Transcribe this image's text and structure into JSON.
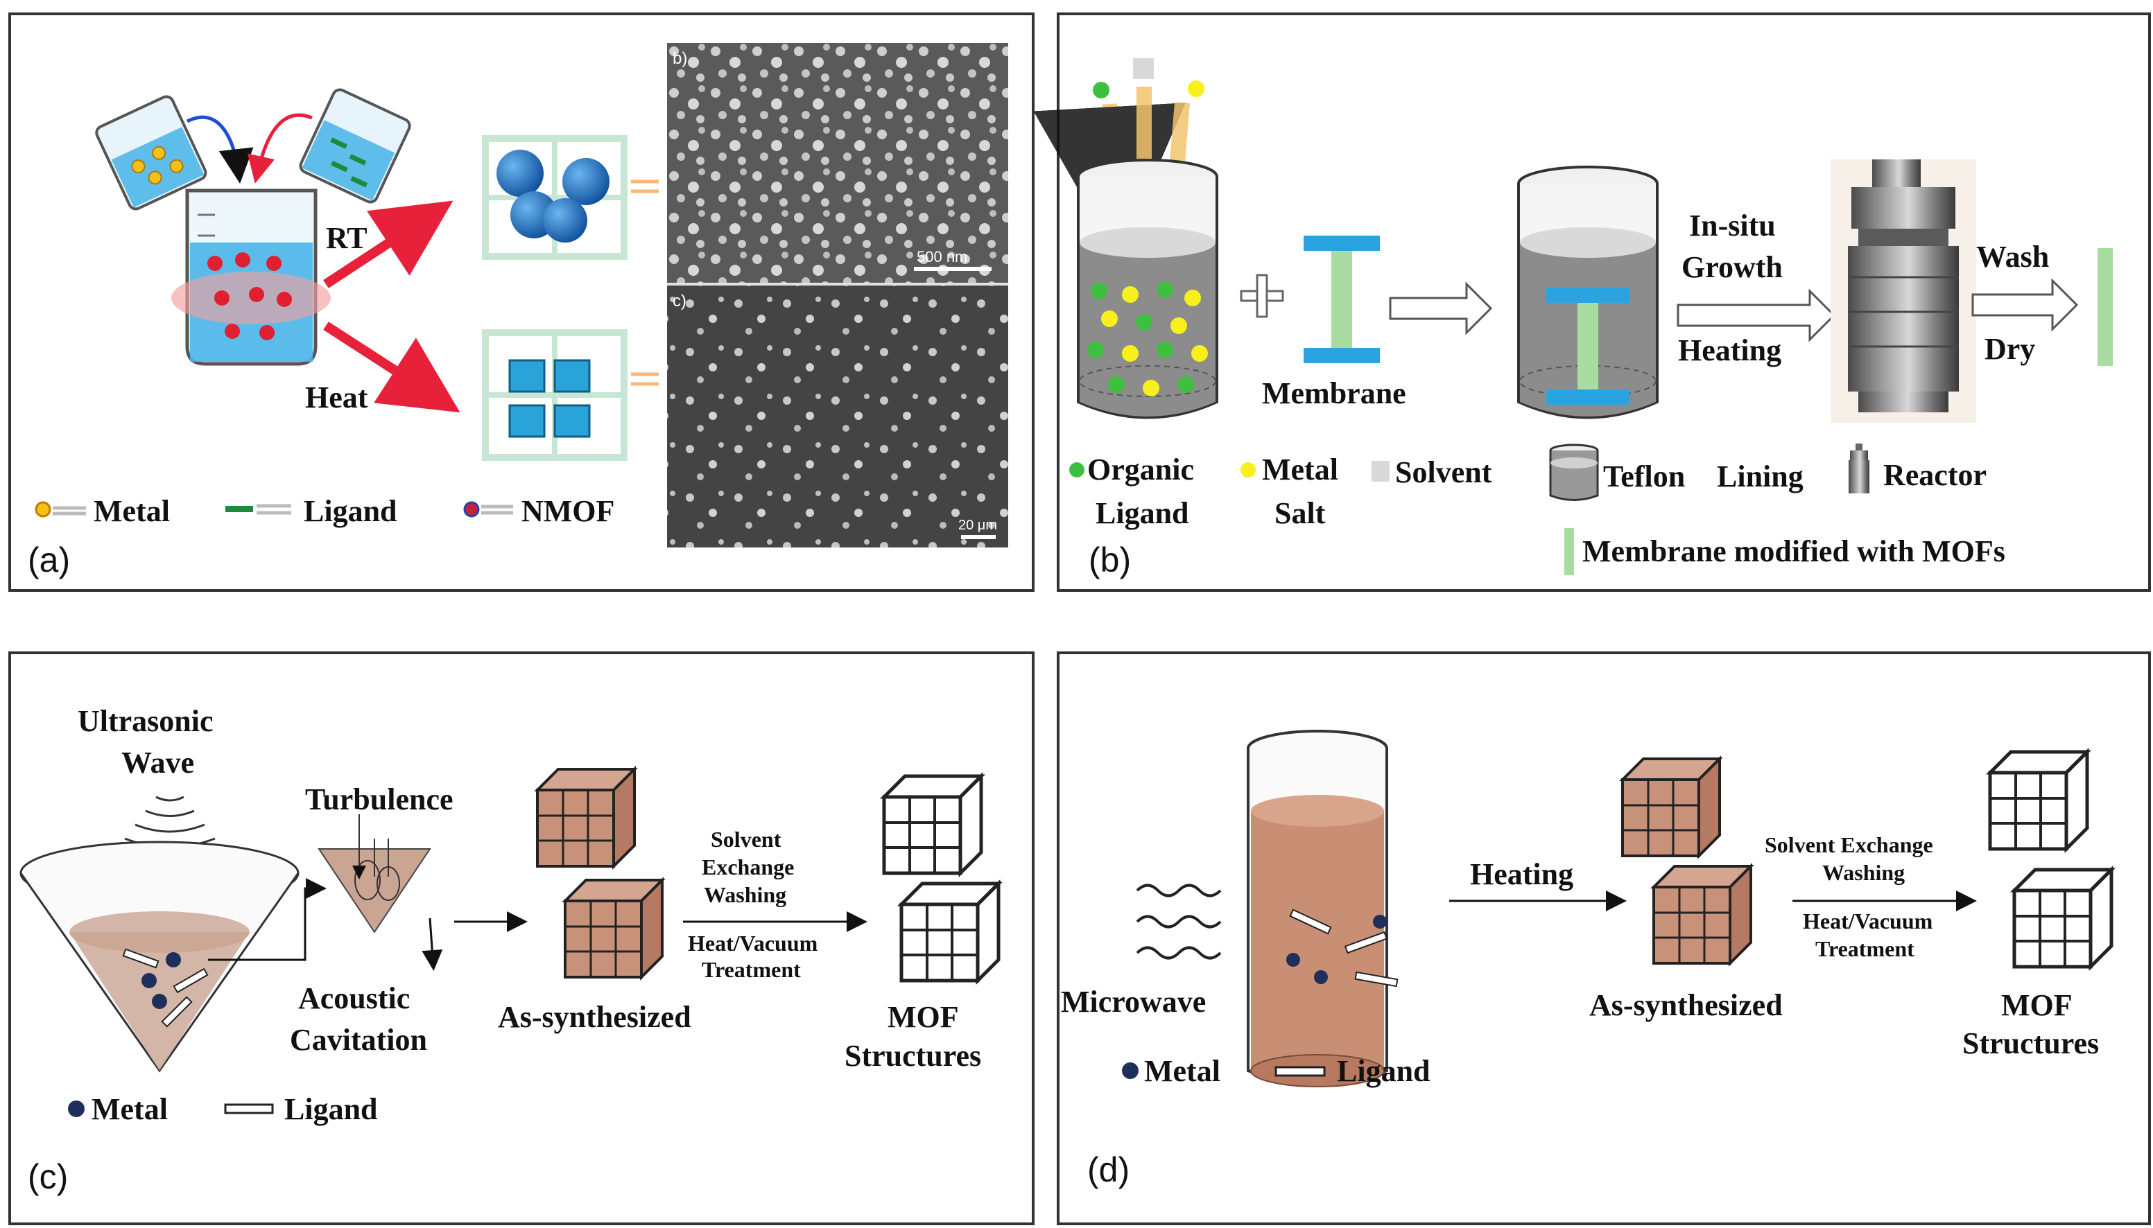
{
  "panels": [
    {
      "label": "(a)"
    },
    {
      "label": "(b)"
    },
    {
      "label": "(c)"
    },
    {
      "label": "(d)"
    }
  ],
  "a": {
    "rt": "RT",
    "heat": "Heat",
    "metal": "Metal",
    "ligand": "Ligand",
    "nmof": "NMOF",
    "sem_top_tag": "b)",
    "sem_bottom_tag": "c)",
    "scale_top": "500 nm",
    "scale_bottom": "20 μm"
  },
  "b": {
    "membrane": "Membrane",
    "insitu_line1": "In-situ",
    "insitu_line2": "Growth",
    "heating": "Heating",
    "wash": "Wash",
    "dry": "Dry",
    "organic_line1": "Organic",
    "organic_line2": "Ligand",
    "metal_line1": "Metal",
    "metal_line2": "Salt",
    "solvent": "Solvent",
    "teflon": "Teflon",
    "lining": "Lining",
    "reactor": "Reactor",
    "membrane_mofs": "Membrane modified with MOFs"
  },
  "c": {
    "ultra_line1": "Ultrasonic",
    "ultra_line2": "Wave",
    "turbulence": "Turbulence",
    "acoustic_line1": "Acoustic",
    "acoustic_line2": "Cavitation",
    "as_synth": "As-synthesized",
    "solvent_line1": "Solvent",
    "solvent_line2": "Exchange",
    "washing": "Washing",
    "heatvac": "Heat/Vacuum",
    "treatment": "Treatment",
    "mof_line1": "MOF",
    "mof_line2": "Structures",
    "metal": "Metal",
    "ligand": "Ligand"
  },
  "d": {
    "microwave": "Microwave",
    "heating": "Heating",
    "as_synth": "As-synthesized",
    "solvent_exchange": "Solvent Exchange",
    "washing": "Washing",
    "heatvac": "Heat/Vacuum",
    "treatment": "Treatment",
    "mof_line1": "MOF",
    "mof_line2": "Structures",
    "metal": "Metal",
    "ligand": "Ligand"
  },
  "colors": {
    "border": "#333333",
    "red_arrow": "#e8213a",
    "blue_sphere": "#1a73c7",
    "cube_blue": "#2aa4d8",
    "organic_green": "#3fbf3f",
    "metal_yellow": "#f7f01a",
    "membrane_green": "#a8dca0",
    "clamp_blue": "#2aa4e0",
    "brown_liquid": "#c98f74",
    "navy_metal": "#1d2f5a"
  }
}
